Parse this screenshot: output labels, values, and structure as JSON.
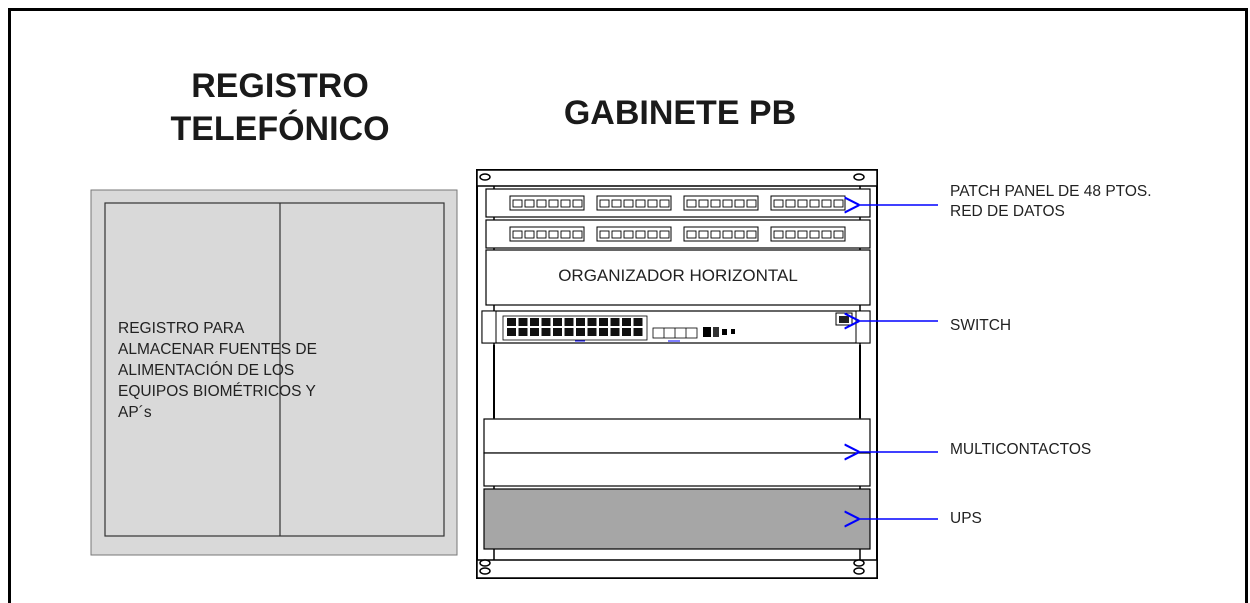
{
  "registro": {
    "title_line1": "REGISTRO",
    "title_line2": "TELEFÓNICO",
    "description_lines": [
      "REGISTRO PARA",
      "ALMACENAR FUENTES DE",
      "ALIMENTACIÓN DE LOS",
      "EQUIPOS BIOMÉTRICOS Y",
      "AP´s"
    ]
  },
  "gabinete": {
    "title": "GABINETE PB",
    "organizer_label": "ORGANIZADOR HORIZONTAL"
  },
  "callouts": {
    "patch_panel_line1": "PATCH PANEL DE 48 PTOS.",
    "patch_panel_line2": "RED DE DATOS",
    "switch": "SWITCH",
    "multicontactos": "MULTICONTACTOS",
    "ups": "UPS"
  },
  "colors": {
    "arrow": "#0000ff",
    "panel_gray": "#d9d9d9",
    "ups_gray": "#a6a6a6",
    "frame": "#000000"
  }
}
